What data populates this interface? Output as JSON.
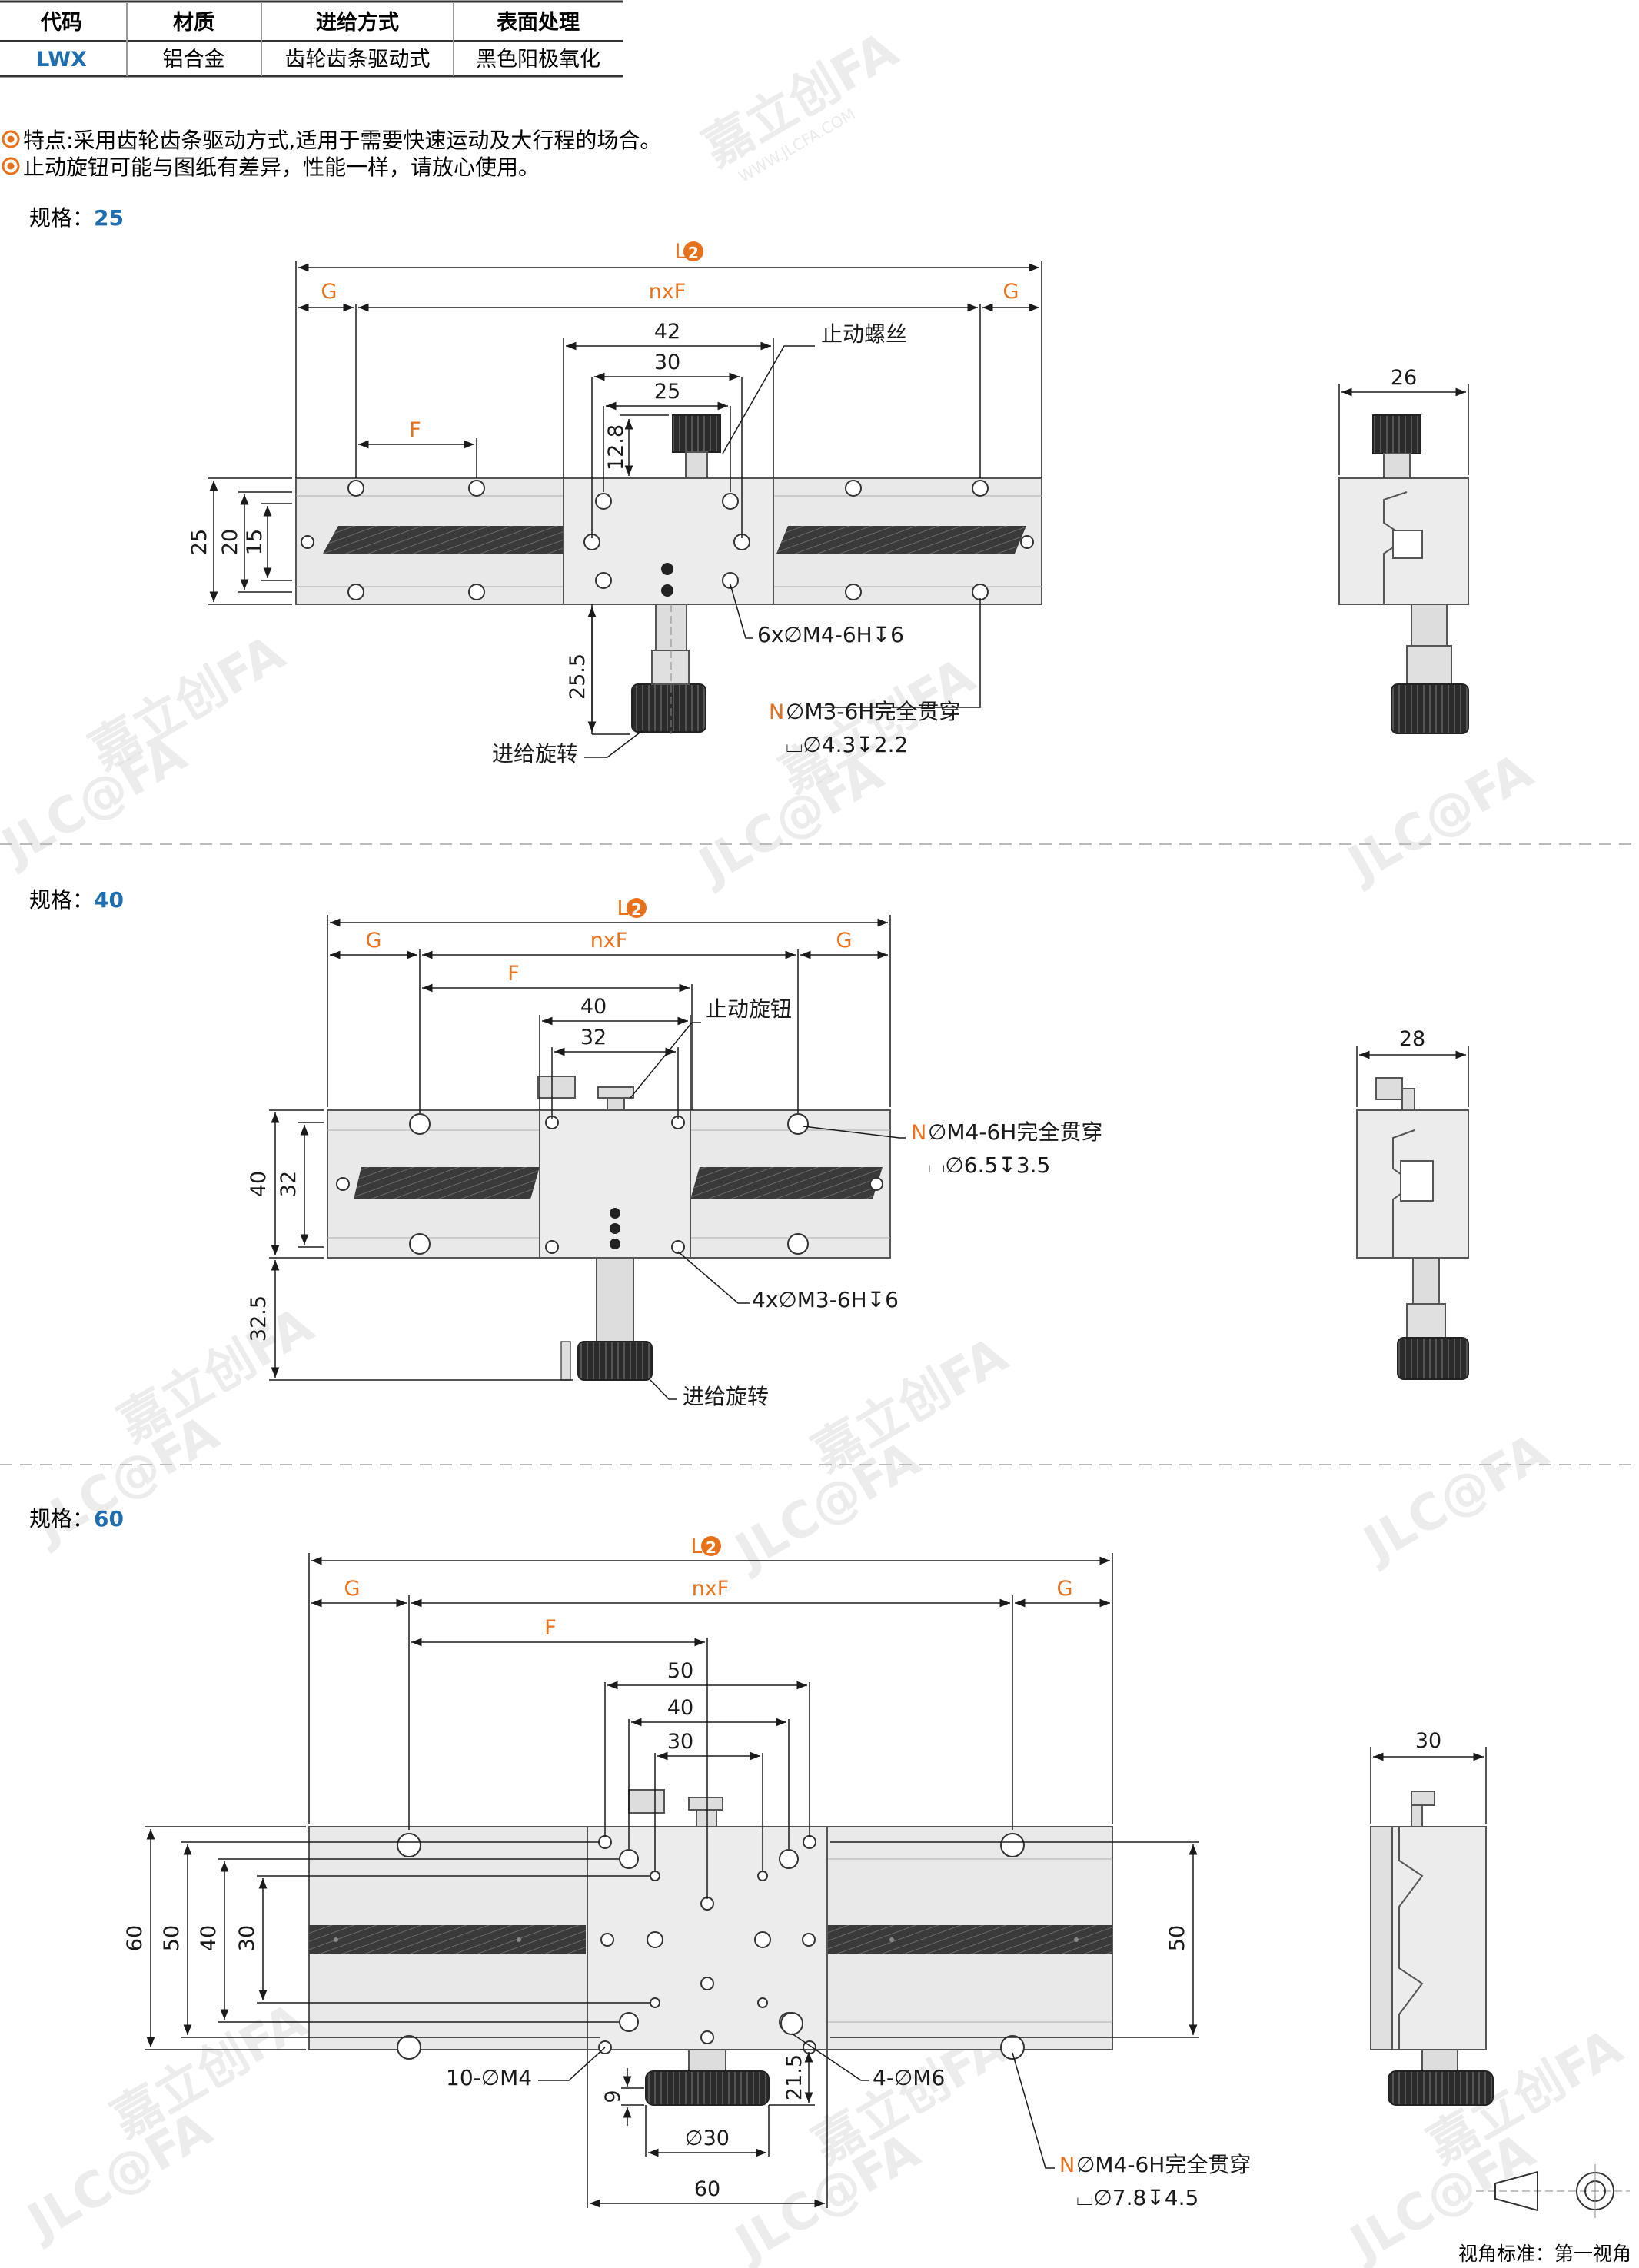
{
  "spec_table": {
    "headers": [
      "代码",
      "材质",
      "进给方式",
      "表面处理"
    ],
    "row": [
      "LWX",
      "铝合金",
      "齿轮齿条驱动式",
      "黑色阳极氧化"
    ]
  },
  "notes": [
    "特点:采用齿轮齿条驱动方式,适用于需要快速运动及大行程的场合。",
    "止动旋钮可能与图纸有差异，性能一样，请放心使用。"
  ],
  "watermark": {
    "brand": "嘉立创FA",
    "site": "WWW.JLCFA.COM",
    "logo": "JLC@FA"
  },
  "colors": {
    "accent": "#e8711c",
    "code": "#1f6fb0",
    "body": "#e9e9e9",
    "rack": "#3a3a3a"
  },
  "sections": [
    {
      "title_prefix": "规格：",
      "size": "25",
      "dims": {
        "L": "L",
        "G1": "G",
        "G2": "G",
        "nxF": "nxF",
        "F": "F",
        "d42": "42",
        "d30": "30",
        "d25": "25",
        "d12_8": "12.8",
        "h25": "25",
        "h20": "20",
        "h15": "15",
        "h25_5": "25.5",
        "side_w": "26"
      },
      "callouts": {
        "stop": "止动螺丝",
        "holes": "6x∅M4-6H↧6",
        "through": "∅M3-6H完全贯穿",
        "through_n": "N",
        "cbore": "⌴∅4.3↧2.2",
        "feed": "进给旋转"
      },
      "marker": "2"
    },
    {
      "title_prefix": "规格：",
      "size": "40",
      "dims": {
        "L": "L",
        "G1": "G",
        "G2": "G",
        "nxF": "nxF",
        "F": "F",
        "d40": "40",
        "d32": "32",
        "h40": "40",
        "h32": "32",
        "h32_5": "32.5",
        "side_w": "28"
      },
      "callouts": {
        "stop": "止动旋钮",
        "through_n": "N",
        "through": "∅M4-6H完全贯穿",
        "cbore": "⌴∅6.5↧3.5",
        "holes": "4x∅M3-6H↧6",
        "feed": "进给旋转"
      },
      "marker": "2"
    },
    {
      "title_prefix": "规格：",
      "size": "60",
      "dims": {
        "L": "L",
        "G1": "G",
        "G2": "G",
        "nxF": "nxF",
        "F": "F",
        "d50": "50",
        "d40": "40",
        "d30": "30",
        "h60": "60",
        "h50": "50",
        "h40": "40",
        "h30": "30",
        "r50": "50",
        "d9": "9",
        "d21_5": "21.5",
        "d30b": "∅30",
        "d60": "60",
        "side_w": "30"
      },
      "callouts": {
        "holes10": "10-∅M4",
        "holes4": "4-∅M6",
        "through_n": "N",
        "through": "∅M4-6H完全贯穿",
        "cbore": "⌴∅7.8↧4.5"
      },
      "marker": "2"
    }
  ],
  "view_standard": "视角标准：第一视角"
}
